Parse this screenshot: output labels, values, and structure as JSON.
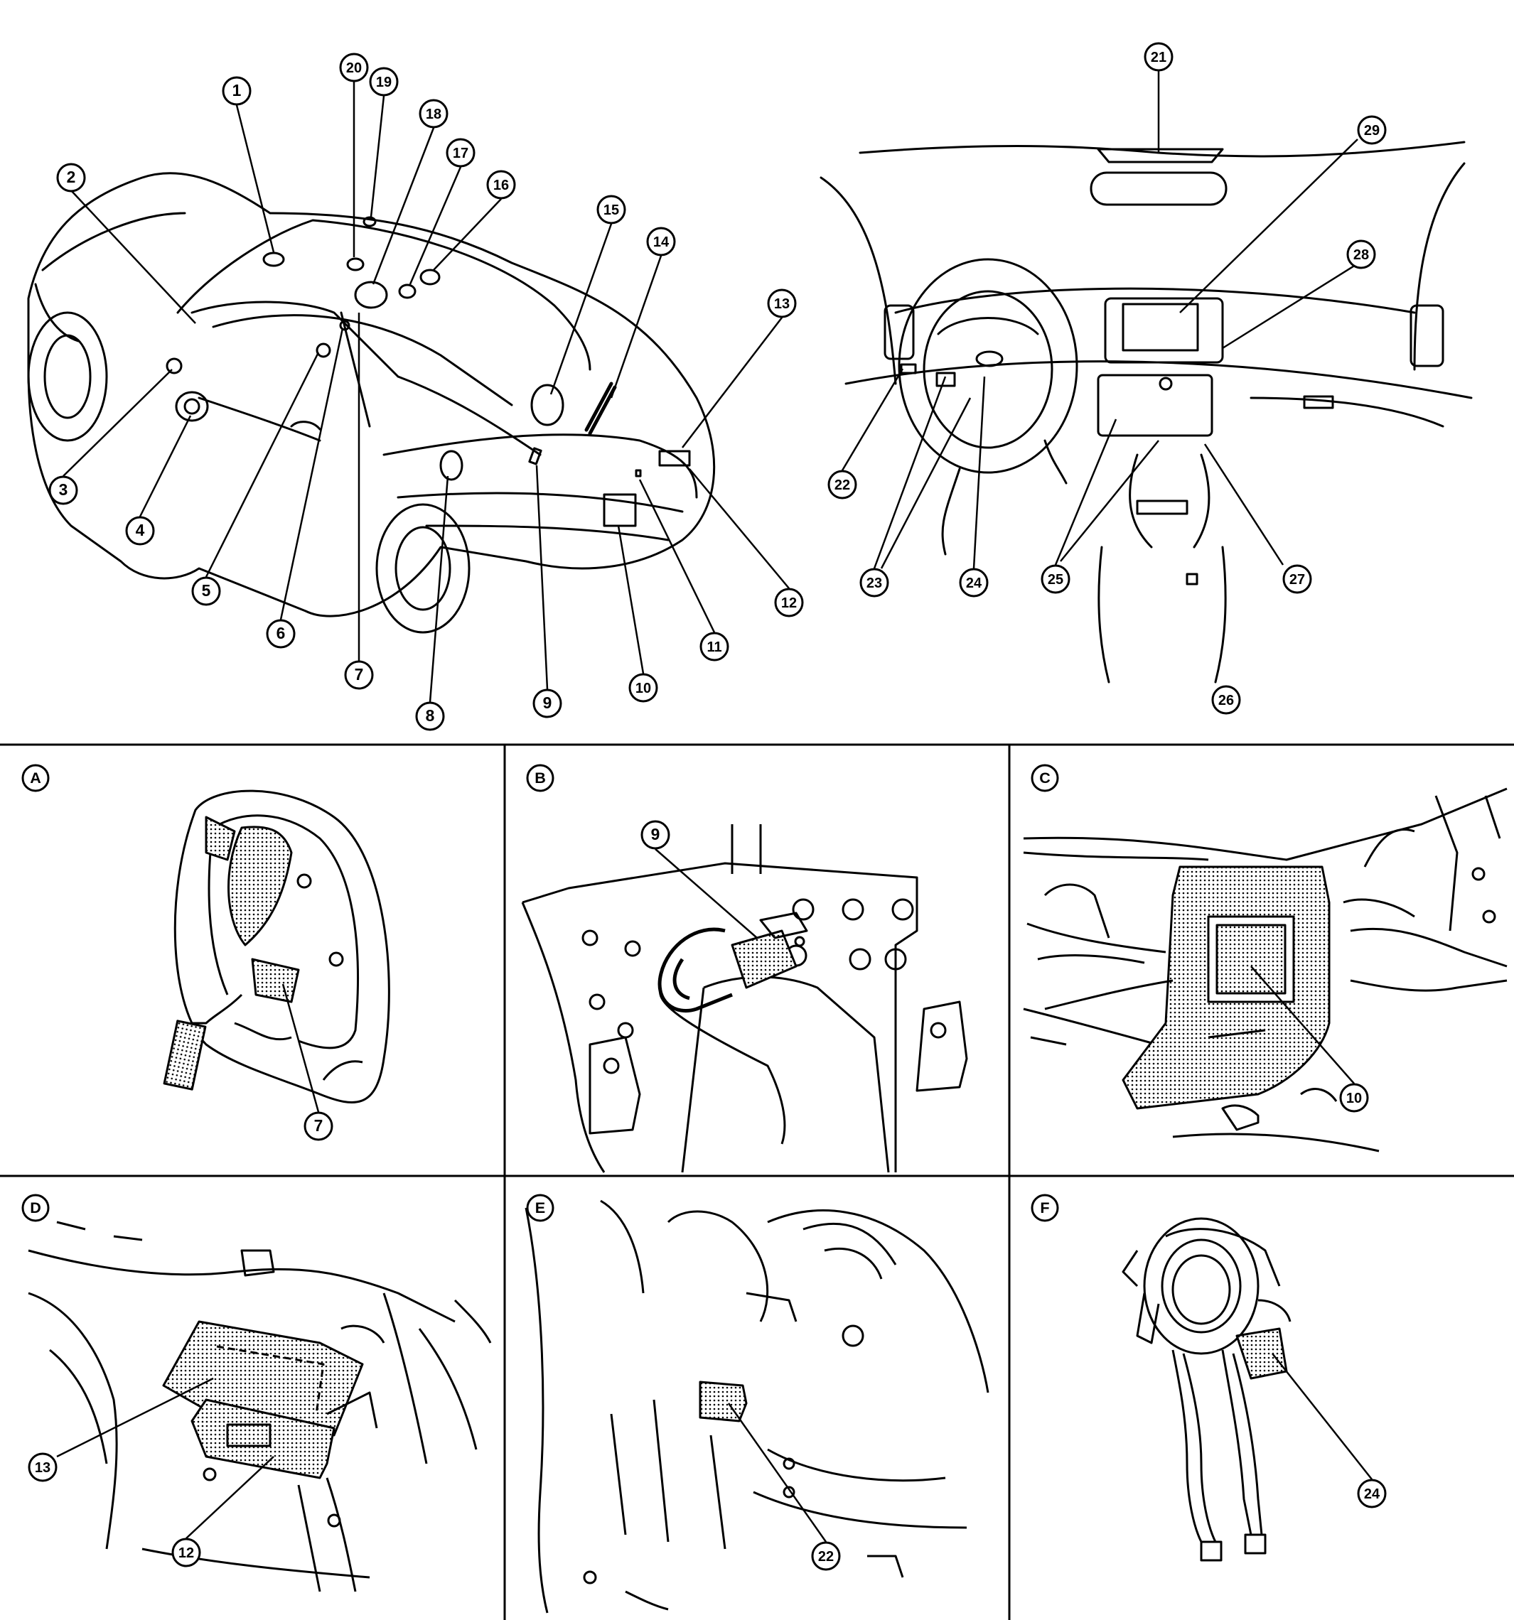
{
  "callouts_overview": [
    "1",
    "2",
    "3",
    "4",
    "5",
    "6",
    "7",
    "8",
    "9",
    "10",
    "11",
    "12",
    "13",
    "14",
    "15",
    "16",
    "17",
    "18",
    "19",
    "20"
  ],
  "callouts_interior": [
    "21",
    "22",
    "23",
    "24",
    "25",
    "26",
    "27",
    "28",
    "29"
  ],
  "panels": [
    {
      "letter": "A",
      "callouts": [
        "7"
      ]
    },
    {
      "letter": "B",
      "callouts": [
        "9"
      ]
    },
    {
      "letter": "C",
      "callouts": [
        "10"
      ]
    },
    {
      "letter": "D",
      "callouts": [
        "13",
        "12"
      ]
    },
    {
      "letter": "E",
      "callouts": [
        "22"
      ]
    },
    {
      "letter": "F",
      "callouts": [
        "24"
      ]
    }
  ],
  "colors": {
    "line": "#000000",
    "paper": "#ffffff",
    "shade": "#9a9a9a"
  }
}
